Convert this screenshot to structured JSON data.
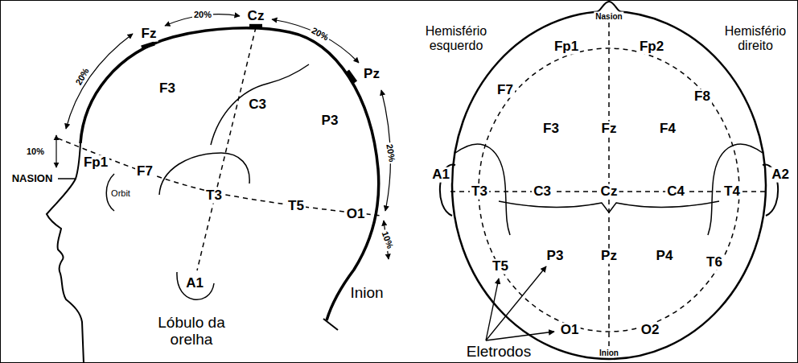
{
  "diagram": {
    "labels": [
      "Fz",
      "Cz",
      "Pz",
      "F3",
      "C3",
      "P3",
      "Fp1",
      "F7",
      "T3",
      "T5",
      "O1",
      "A1",
      "NASION",
      "Orbit",
      "20%",
      "20%",
      "20%",
      "20%",
      "10%",
      "10%",
      "Lóbulo da orelha",
      "Inion",
      "Nasion",
      "Hemisfério esquerdo",
      "Hemisfério direito",
      "Fp1",
      "Fp2",
      "F7",
      "F3",
      "Fz",
      "F4",
      "F8",
      "A1",
      "T3",
      "C3",
      "Cz",
      "C4",
      "T4",
      "A2",
      "T5",
      "P3",
      "Pz",
      "P4",
      "T6",
      "O1",
      "O2",
      "Inion",
      "Eletrodos"
    ]
  }
}
